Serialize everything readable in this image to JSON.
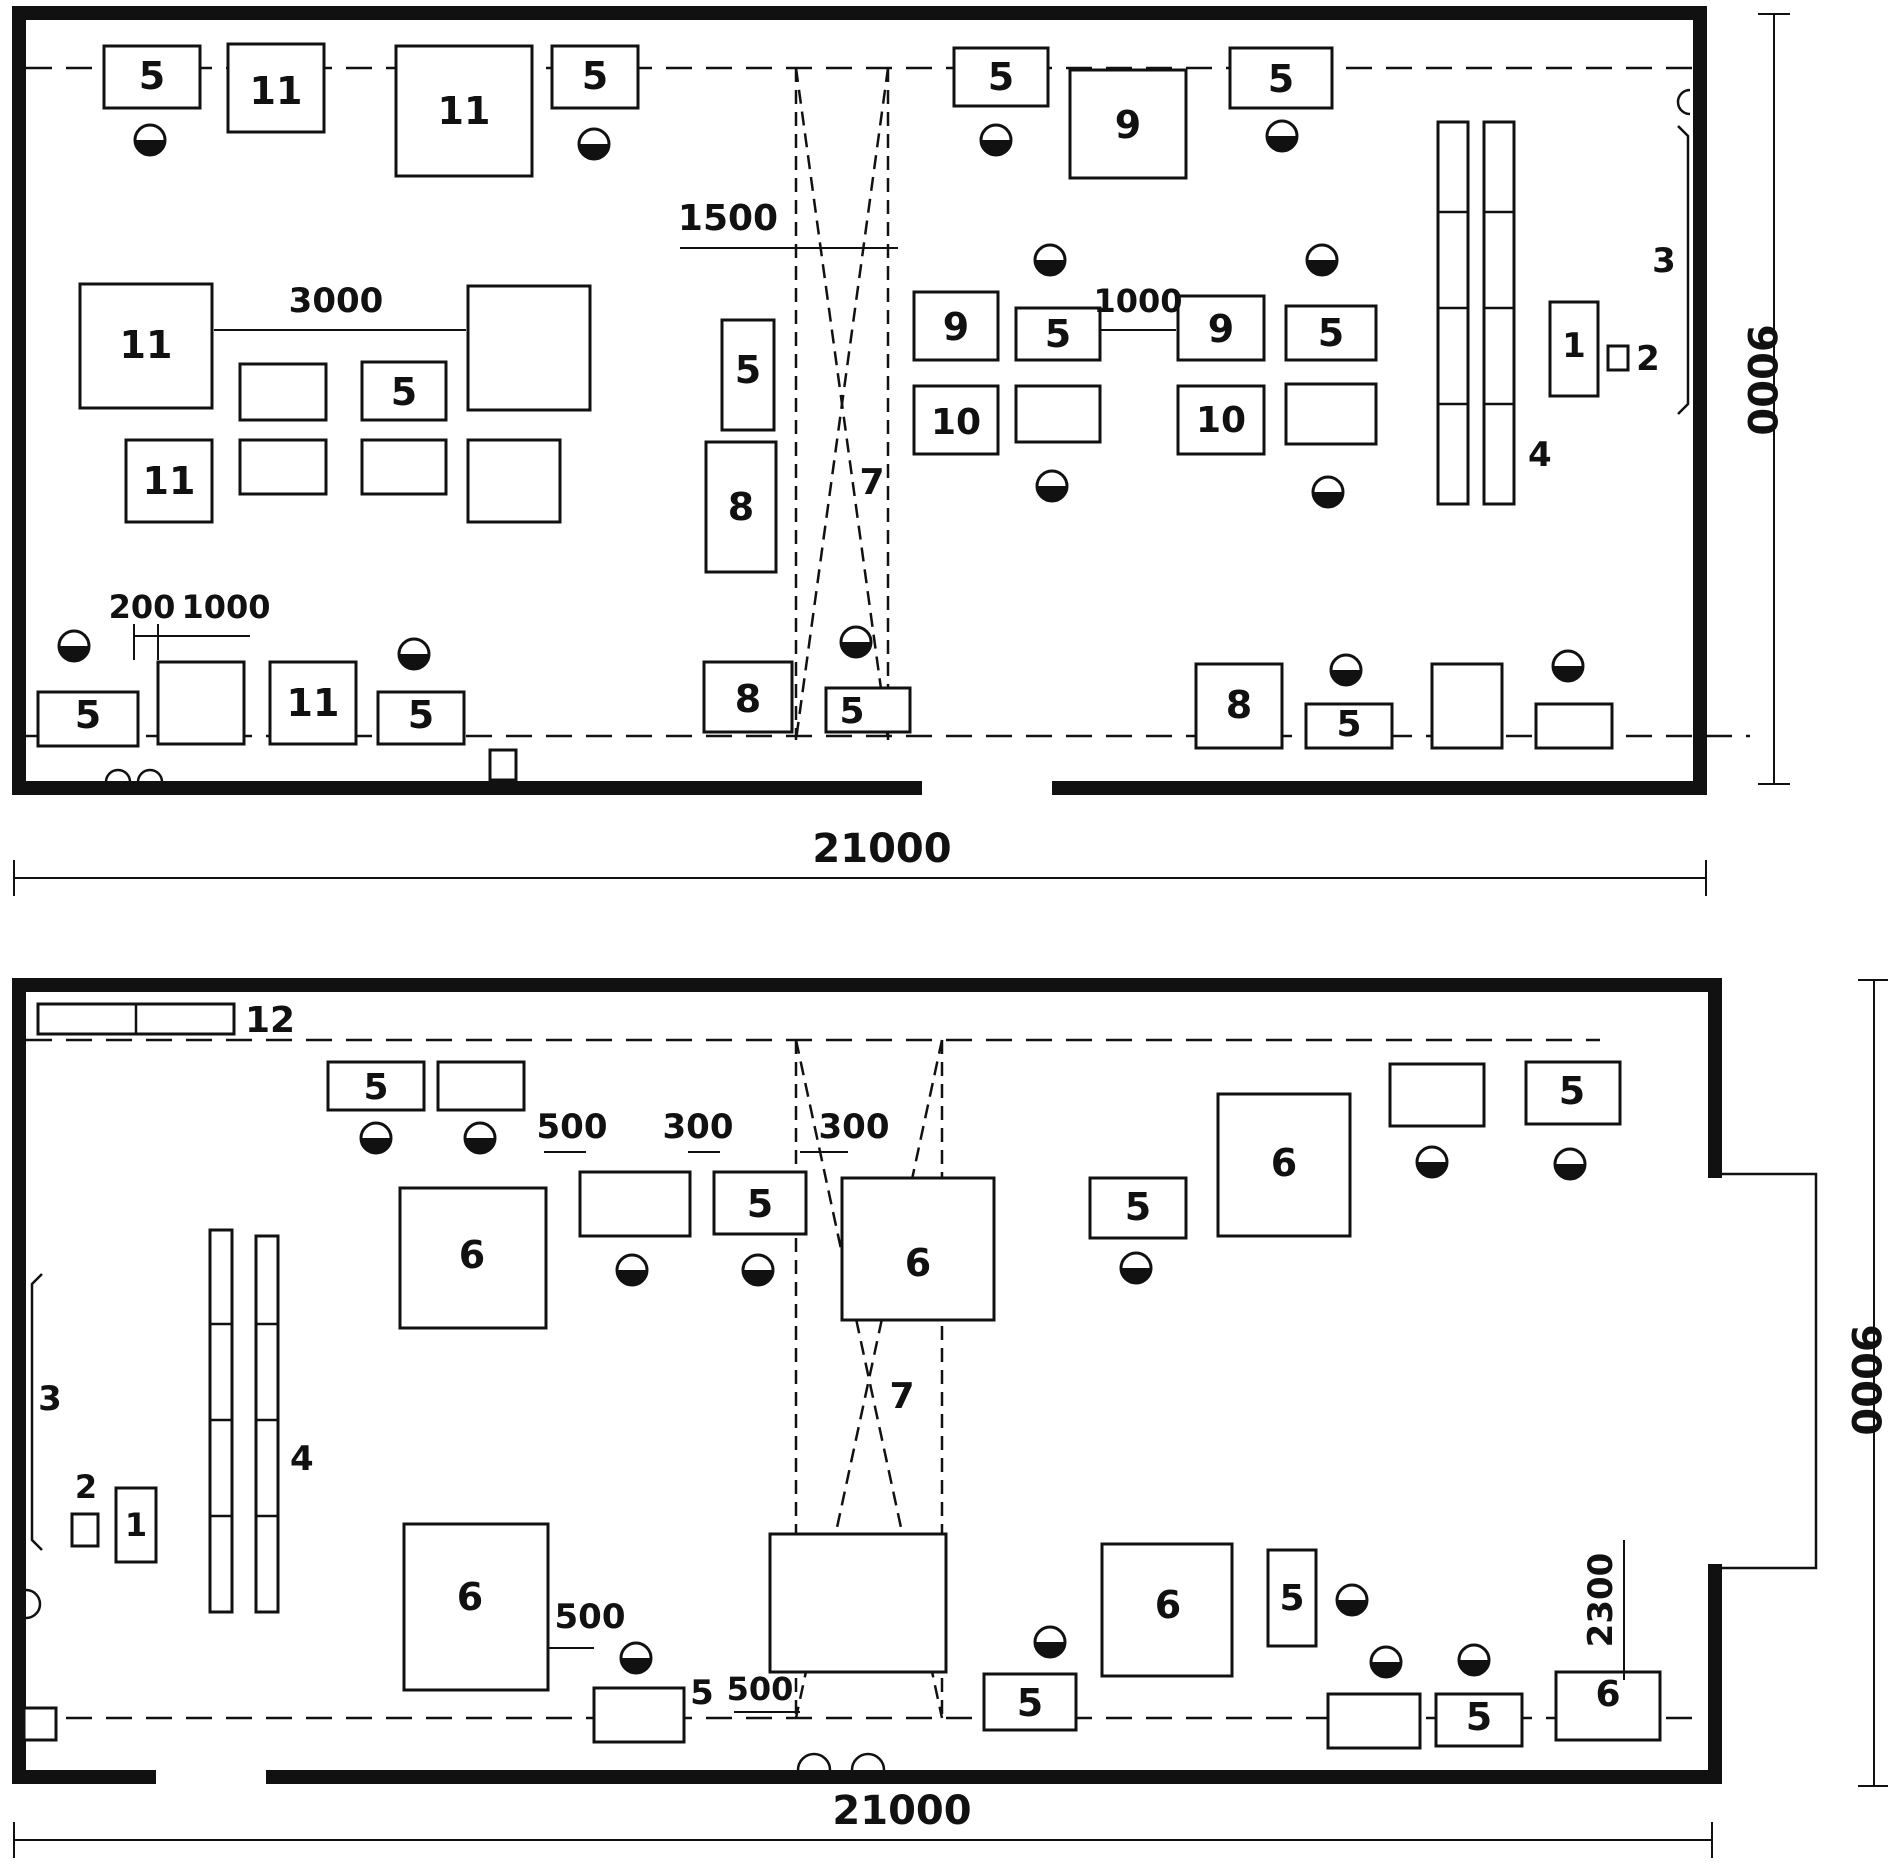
{
  "plan_top": {
    "dimensions": {
      "length": "21000",
      "width": "9000",
      "crane_gap": "1500",
      "machine_spacing": "3000",
      "aisle_gap": "1000",
      "wall_gap": "200",
      "bench_width": "1000"
    },
    "labels": {
      "c5": "5",
      "c11": "11",
      "c9": "9",
      "c10": "10",
      "c8": "8",
      "c1": "1",
      "c2": "2",
      "c3": "3",
      "c4": "4",
      "c7": "7"
    }
  },
  "plan_bottom": {
    "dimensions": {
      "length": "21000",
      "width": "9000",
      "gap_a": "500",
      "gap_b": "300",
      "gap_c": "300",
      "gap_d": "500",
      "gap_e": "500",
      "bay_depth": "2300"
    },
    "labels": {
      "c5": "5",
      "c6": "6",
      "c12": "12",
      "c1": "1",
      "c2": "2",
      "c3": "3",
      "c4": "4",
      "c7": "7"
    }
  }
}
